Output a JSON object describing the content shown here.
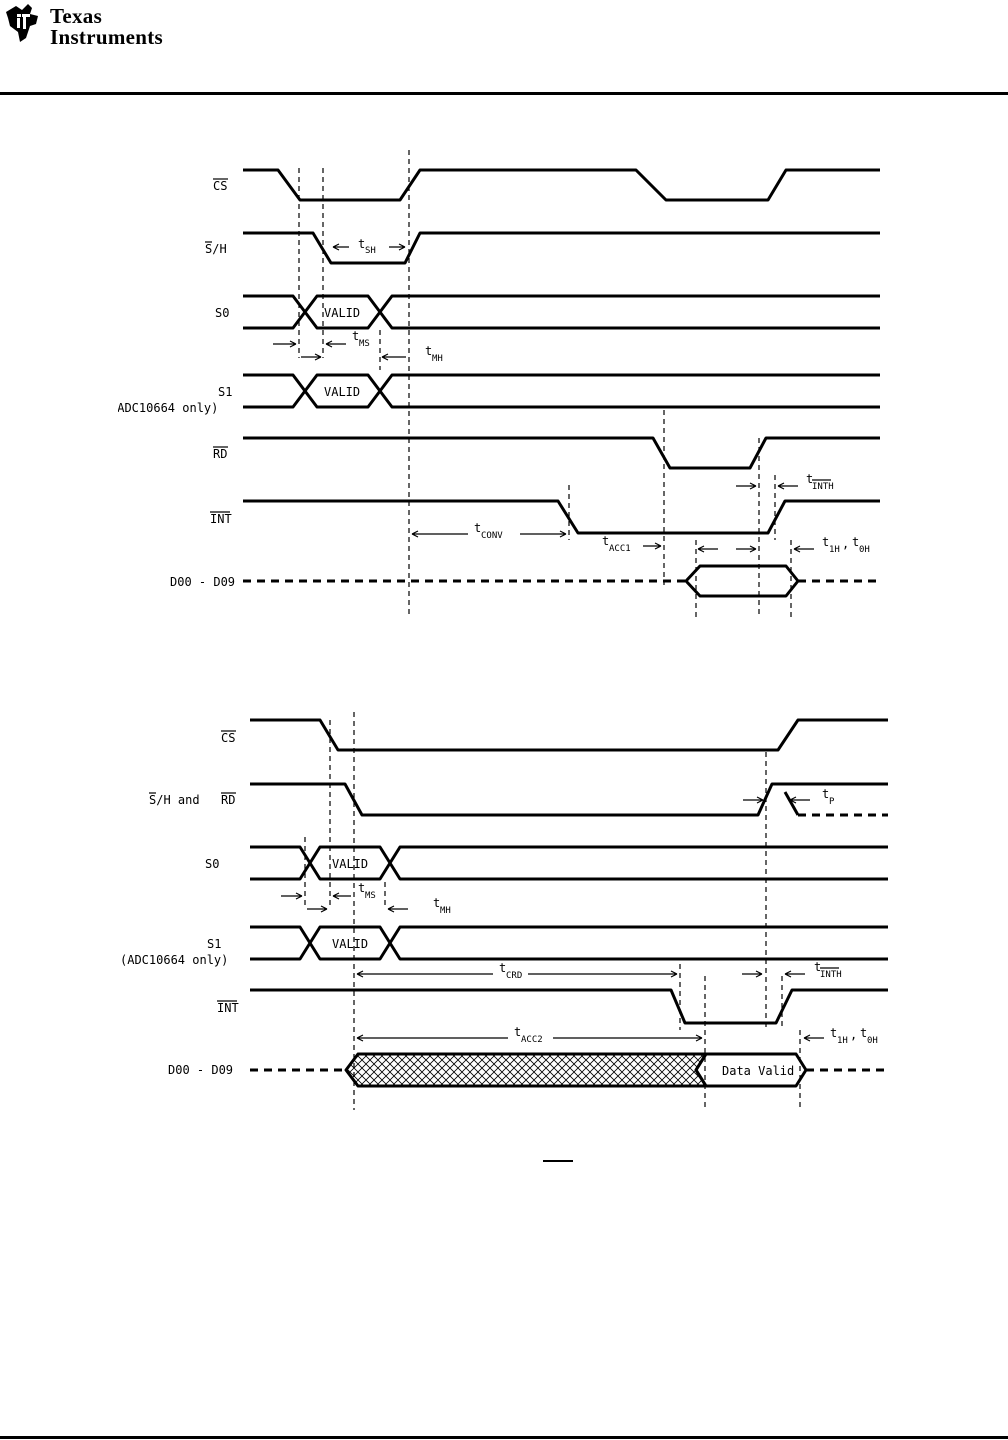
{
  "header": {
    "logo_line1": "Texas",
    "logo_line2": "Instruments",
    "logo_icon": "ti-logo-icon"
  },
  "figure1": {
    "signals": {
      "cs": "CS",
      "sh": "S/H",
      "s0": "S0",
      "s1": "S1",
      "s1_note": "(ADC10664 only)",
      "rd": "RD",
      "int": "INT",
      "data": "D00 - D09"
    },
    "valid": "VALID",
    "timing": {
      "tsh": "t",
      "tsh_sub": "SH",
      "tms": "t",
      "tms_sub": "MS",
      "tmh": "t",
      "tmh_sub": "MH",
      "tinth": "t",
      "tinth_sub": "INTH",
      "tconv": "t",
      "tconv_sub": "CONV",
      "tacc1": "t",
      "tacc1_sub": "ACC1",
      "t1h": "t",
      "t1h_sub": "1H",
      "comma": ",",
      "t0h": "t",
      "t0h_sub": "0H"
    }
  },
  "figure2": {
    "signals": {
      "cs": "CS",
      "sh_rd_a": "S/H and ",
      "sh_rd_b": "RD",
      "s0": "S0",
      "s1": "S1",
      "s1_note": "(ADC10664 only)",
      "int": "INT",
      "data": "D00 - D09"
    },
    "valid": "VALID",
    "data_valid": "Data Valid",
    "timing": {
      "tp": "t",
      "tp_sub": "P",
      "tms": "t",
      "tms_sub": "MS",
      "tmh": "t",
      "tmh_sub": "MH",
      "tcrd": "t",
      "tcrd_sub": "CRD",
      "tinth": "t",
      "tinth_sub": "INTH",
      "tacc2": "t",
      "tacc2_sub": "ACC2",
      "t1h": "t",
      "t1h_sub": "1H",
      "comma": ",",
      "t0h": "t",
      "t0h_sub": "0H"
    }
  }
}
